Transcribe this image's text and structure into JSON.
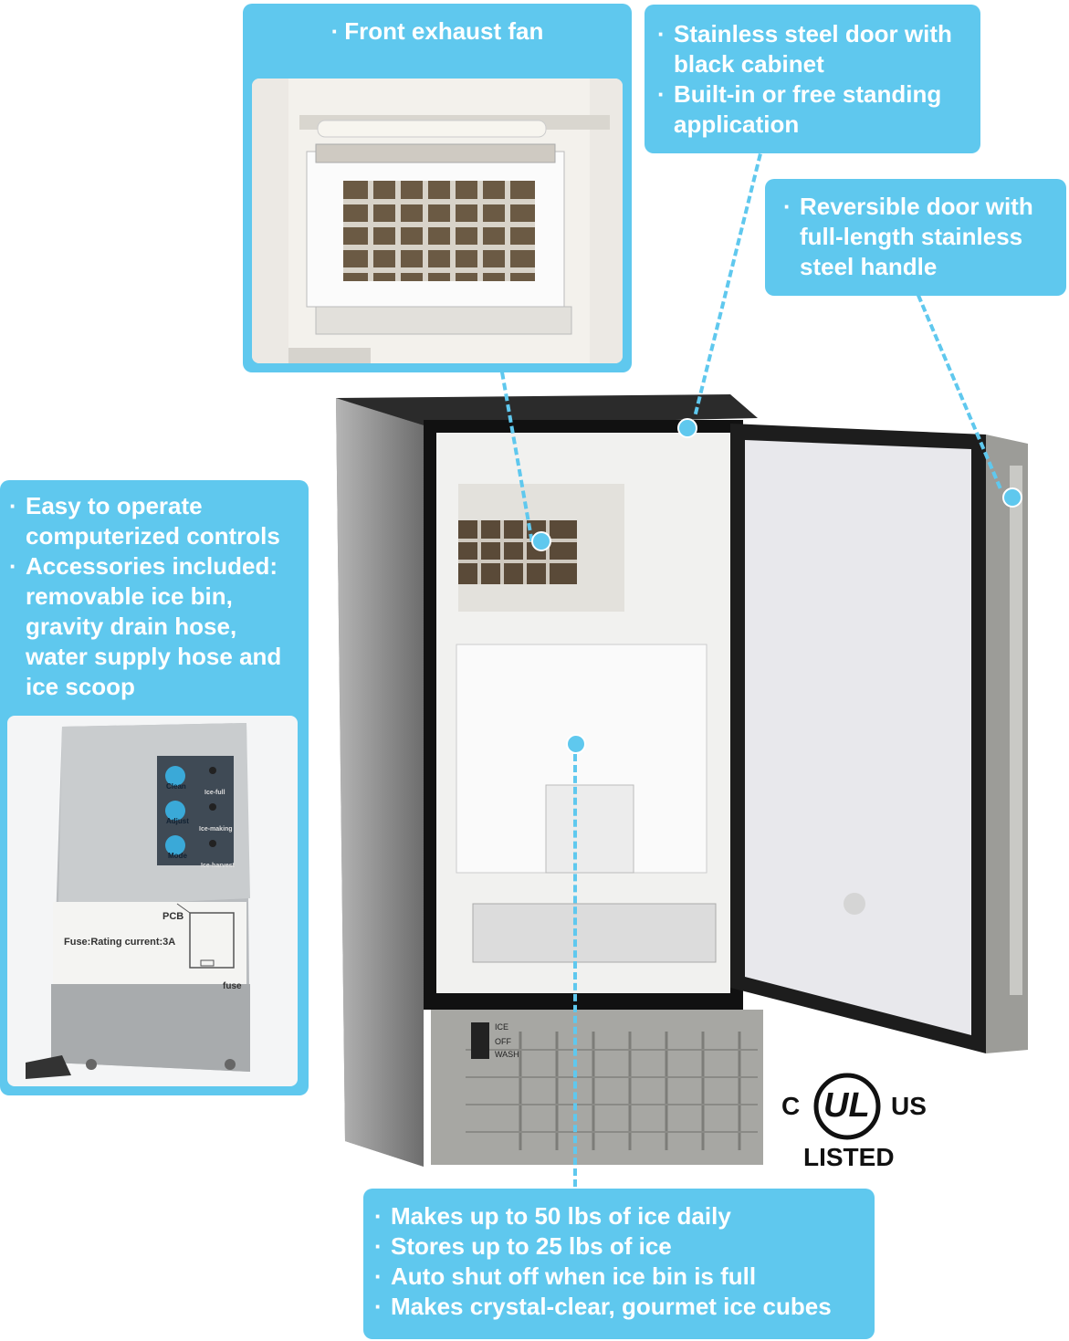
{
  "callouts": {
    "exhaust": {
      "items": [
        "Front exhaust fan"
      ]
    },
    "door": {
      "items": [
        "Stainless steel door with black cabinet",
        "Built-in or free standing application"
      ]
    },
    "handle": {
      "items": [
        "Reversible door with full-length stainless steel handle"
      ]
    },
    "controls": {
      "items": [
        "Easy to operate computerized controls",
        "Accessories included: removable ice bin, gravity drain hose, water supply hose and ice scoop"
      ]
    },
    "capacity": {
      "items": [
        "Makes up to 50 lbs of ice daily",
        "Stores up to 25 lbs of ice",
        "Auto shut off when ice bin is full",
        "Makes crystal-clear, gourmet ice cubes"
      ]
    }
  },
  "control_panel": {
    "buttons": [
      "Clean",
      "Adjust",
      "Mode"
    ],
    "indicators": [
      "Ice-full",
      "Ice-making",
      "Ice-harvest"
    ],
    "pcb_label": "PCB",
    "fuse_text": "Fuse:Rating current:3A",
    "fuse_label": "fuse"
  },
  "switch_labels": [
    "ICE",
    "OFF",
    "WASH"
  ],
  "certification": {
    "c": "C",
    "ul": "UL",
    "us": "US",
    "listed": "LISTED"
  },
  "colors": {
    "callout": "#5fc8ee",
    "text": "#ffffff"
  }
}
